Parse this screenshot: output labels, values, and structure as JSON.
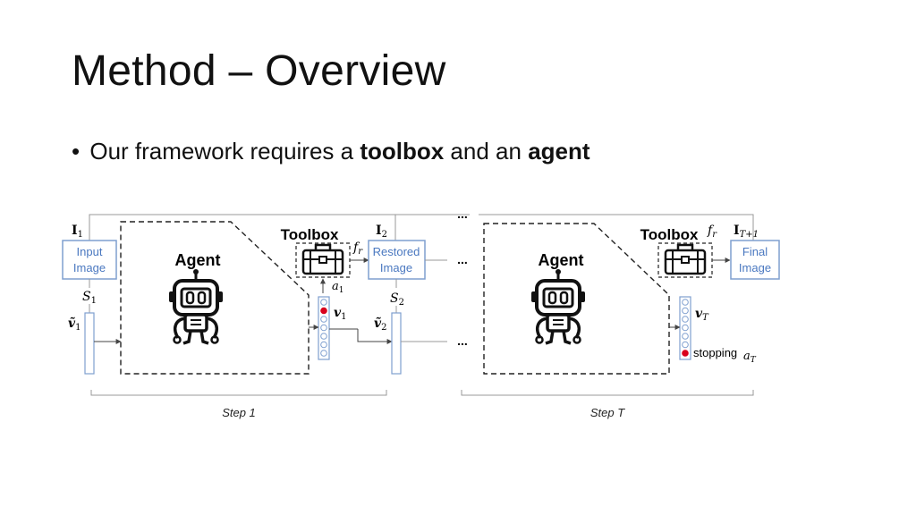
{
  "slide": {
    "title": "Method – Overview",
    "bullet": {
      "marker": "•",
      "parts": [
        {
          "text": "Our framework requires a ",
          "bold": false
        },
        {
          "text": "toolbox",
          "bold": true
        },
        {
          "text": " and an ",
          "bold": false
        },
        {
          "text": "agent",
          "bold": true
        }
      ]
    }
  },
  "diagram": {
    "colors": {
      "image_box_border": "#7f9fcf",
      "image_box_text": "#4a78c0",
      "selected_dot": "#d9001b",
      "line": "#888888"
    },
    "step1": {
      "image_symbol": "I",
      "image_sub": "1",
      "image_box_line1": "Input",
      "image_box_line2": "Image",
      "state_symbol": "S",
      "state_sub": "1",
      "vector_symbol": "ṽ",
      "vector_sub": "1",
      "agent_label": "Agent",
      "toolbox_label": "Toolbox",
      "tool_symbol": "f",
      "tool_sub": "r",
      "action_symbol": "a",
      "action_sub": "1",
      "policy_symbol": "v",
      "policy_sub": "1",
      "step_label": "Step 1"
    },
    "step2": {
      "image_symbol": "I",
      "image_sub": "2",
      "image_box_line1": "Restored",
      "image_box_line2": "Image",
      "state_symbol": "S",
      "state_sub": "2",
      "vector_symbol": "ṽ",
      "vector_sub": "2"
    },
    "stepT": {
      "agent_label": "Agent",
      "toolbox_label": "Toolbox",
      "tool_symbol": "f",
      "tool_sub": "r",
      "policy_symbol": "v",
      "policy_sub": "T",
      "stopping_label": "stopping",
      "action_symbol": "a",
      "action_sub": "T",
      "image_symbol": "I",
      "image_sub": "T+1",
      "image_box_line1": "Final",
      "image_box_line2": "Image",
      "step_label": "Step T"
    },
    "ellipsis": "..."
  }
}
